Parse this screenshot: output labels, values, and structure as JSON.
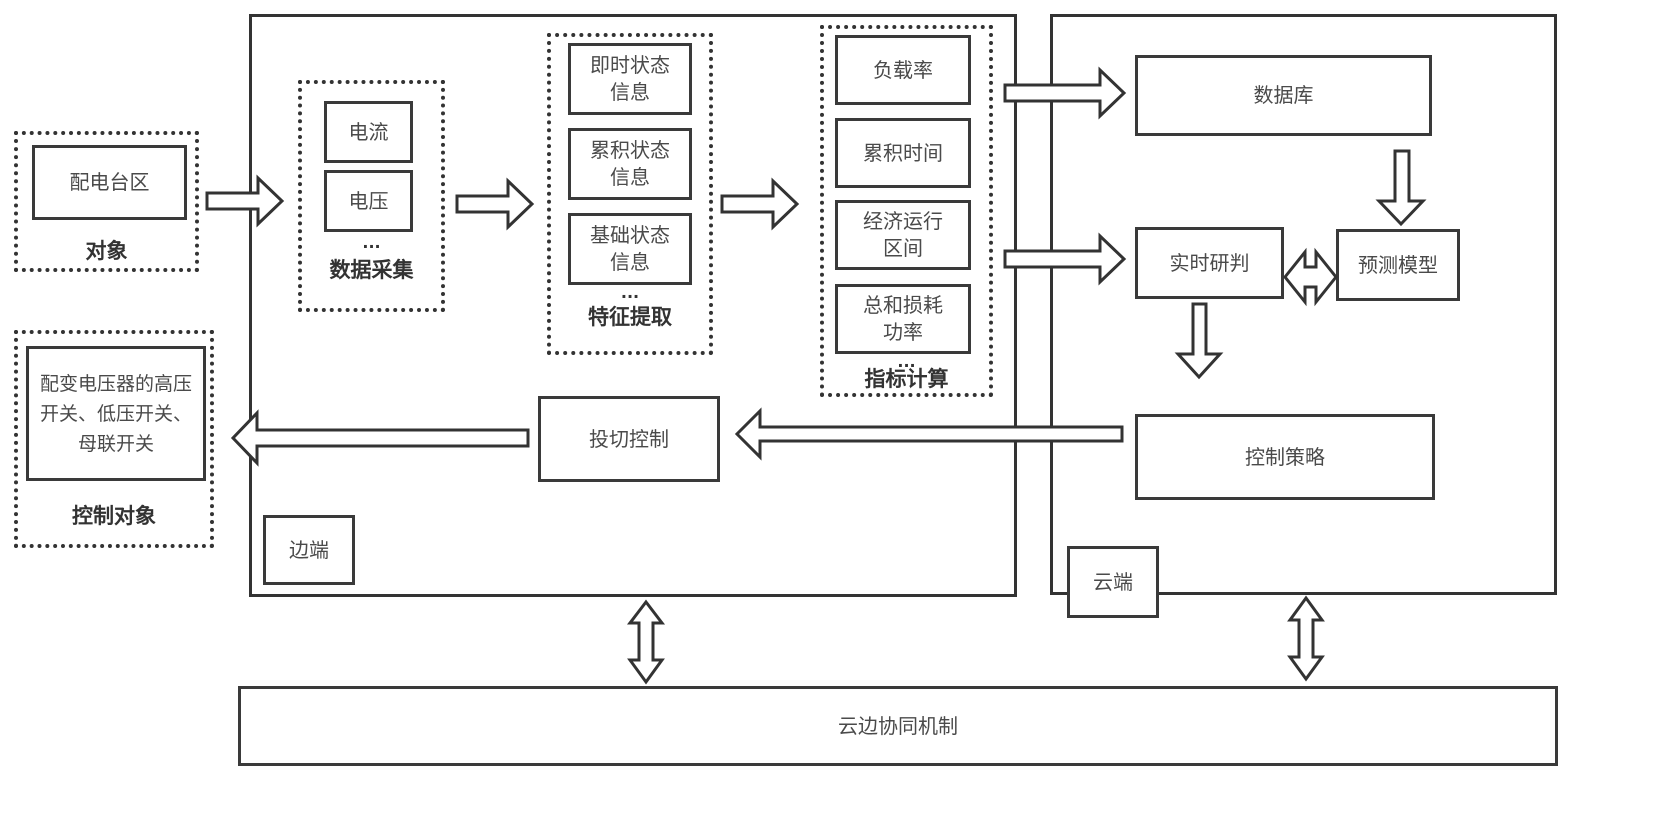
{
  "object_group": {
    "label": "对象",
    "item": "配电台区"
  },
  "control_object_group": {
    "label": "控制对象",
    "item": "配变电压器的高压开关、低压开关、母联开关"
  },
  "edge": {
    "label": "边端",
    "data_collection": {
      "label": "数据采集",
      "items": [
        "电流",
        "电压"
      ],
      "ellipsis": "..."
    },
    "feature_extraction": {
      "label": "特征提取",
      "items": [
        "即时状态信息",
        "累积状态信息",
        "基础状态信息"
      ],
      "ellipsis": "..."
    },
    "index_calculation": {
      "label": "指标计算",
      "items": [
        "负载率",
        "累积时间",
        "经济运行区间",
        "总和损耗功率"
      ],
      "ellipsis": "..."
    },
    "switch_control": "投切控制"
  },
  "cloud": {
    "label": "云端",
    "database": "数据库",
    "realtime_judgment": "实时研判",
    "prediction_model": "预测模型",
    "control_strategy": "控制策略"
  },
  "mechanism": {
    "label": "云边协同机制"
  }
}
